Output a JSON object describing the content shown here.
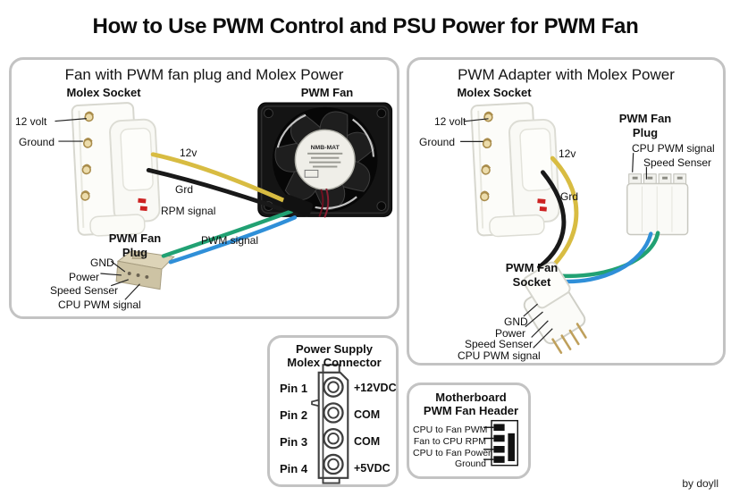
{
  "title": "How to Use PWM Control and PSU Power for PWM Fan",
  "credit": "by doyll",
  "colors": {
    "wire-yellow": "#d8bc42",
    "wire-black": "#191919",
    "wire-green": "#21a173",
    "wire-blue": "#2f8fd8",
    "panel-border": "#c3c3c3",
    "plug-beige": "#cdc3a4",
    "pin-gold": "#bfa05c",
    "accent-red": "#cc2222"
  },
  "left_panel": {
    "title": "Fan with PWM fan plug and Molex Power",
    "molex_socket_label": "Molex Socket",
    "fan_label": "PWM Fan",
    "fan_hub_brand": "NMB-MAT",
    "pin_12volt": "12 volt",
    "pin_ground": "Ground",
    "wire_12v": "12v",
    "wire_grd": "Grd",
    "wire_rpm": "RPM signal",
    "wire_pwm": "PWM signal",
    "plug_title_line1": "PWM Fan",
    "plug_title_line2": "Plug",
    "plug_gnd": "GND",
    "plug_power": "Power",
    "plug_speed": "Speed Senser",
    "plug_cpu_pwm": "CPU PWM signal"
  },
  "right_panel": {
    "title": "PWM Adapter with Molex Power",
    "molex_socket_label": "Molex Socket",
    "pin_12volt": "12 volt",
    "pin_ground": "Ground",
    "wire_12v": "12v",
    "wire_grd": "Grd",
    "plug_title_line1": "PWM Fan",
    "plug_title_line2": "Plug",
    "plug_cpu_pwm": "CPU PWM signal",
    "plug_speed": "Speed Senser",
    "socket_title_line1": "PWM Fan",
    "socket_title_line2": "Socket",
    "socket_gnd": "GND",
    "socket_power": "Power",
    "socket_speed": "Speed Senser",
    "socket_cpu_pwm": "CPU PWM signal"
  },
  "psu_panel": {
    "title_line1": "Power Supply",
    "title_line2": "Molex Connector",
    "pins": [
      {
        "label": "Pin 1",
        "value": "+12VDC"
      },
      {
        "label": "Pin 2",
        "value": "COM"
      },
      {
        "label": "Pin 3",
        "value": "COM"
      },
      {
        "label": "Pin 4",
        "value": "+5VDC"
      }
    ]
  },
  "mb_panel": {
    "title_line1": "Motherboard",
    "title_line2": "PWM Fan Header",
    "rows": [
      "CPU to Fan PWM",
      "Fan to CPU RPM",
      "CPU to Fan Power",
      "Ground"
    ]
  }
}
